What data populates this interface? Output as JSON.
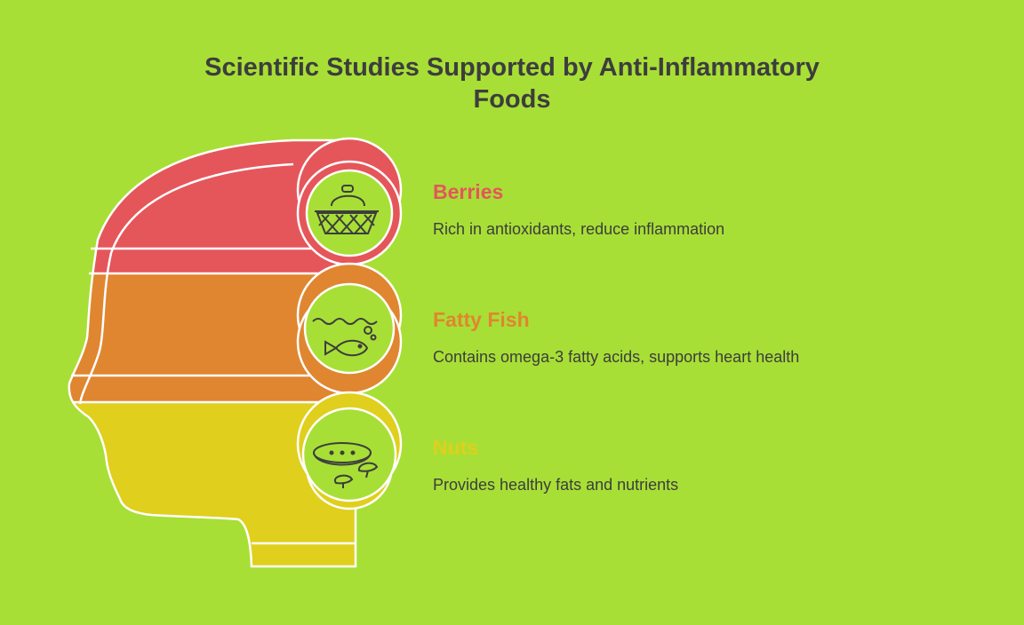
{
  "title_line1": "Scientific Studies Supported by Anti-Inflammatory",
  "title_line2": "Foods",
  "colors": {
    "background": "#a8df36",
    "berries": "#e5565a",
    "fish": "#e08630",
    "nuts": "#e0cf1c",
    "outline": "#ffffff",
    "text": "#3d3d3d"
  },
  "items": [
    {
      "heading": "Berries",
      "description": "Rich in antioxidants, reduce inflammation",
      "icon": "basket-icon",
      "color": "#e5565a"
    },
    {
      "heading": "Fatty Fish",
      "description": "Contains omega-3 fatty acids, supports heart health",
      "icon": "fish-icon",
      "color": "#e08630"
    },
    {
      "heading": "Nuts",
      "description": "Provides healthy fats and nutrients",
      "icon": "nut-bowl-icon",
      "color": "#e0cf1c"
    }
  ]
}
